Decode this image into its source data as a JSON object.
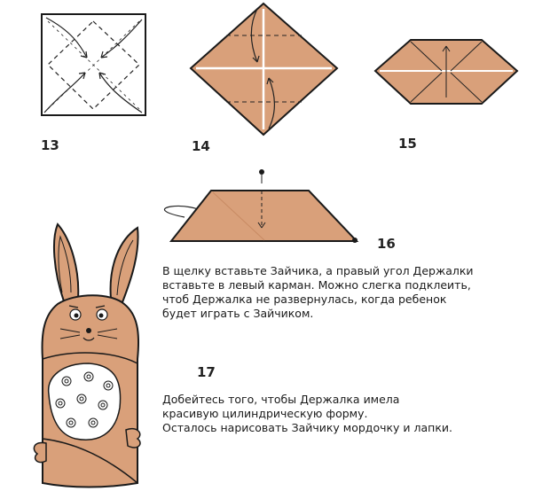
{
  "colors": {
    "paper": "#D9A07A",
    "paper_dark": "#C88A63",
    "outline": "#1a1a1a",
    "fold_line": "#222222",
    "background": "#ffffff"
  },
  "steps": [
    {
      "number": "13",
      "icon": "square-pinwheel-folds"
    },
    {
      "number": "14",
      "icon": "diamond-folded"
    },
    {
      "number": "15",
      "icon": "hexagon-folded"
    },
    {
      "number": "16",
      "icon": "trapezoid-holder"
    },
    {
      "number": "17",
      "icon": "finished-bunny"
    }
  ],
  "captions": {
    "step16": [
      "В щелку вставьте Зайчика, а правый угол Держалки",
      "вставьте в левый карман. Можно слегка подклеить,",
      "чтоб Держалка не развернулась, когда ребенок",
      "будет играть с Зайчиком."
    ],
    "step17": [
      "Добейтесь того, чтобы Держалка имела",
      "красивую цилиндрическую форму.",
      "Осталось нарисовать Зайчику мордочку и лапки."
    ]
  }
}
